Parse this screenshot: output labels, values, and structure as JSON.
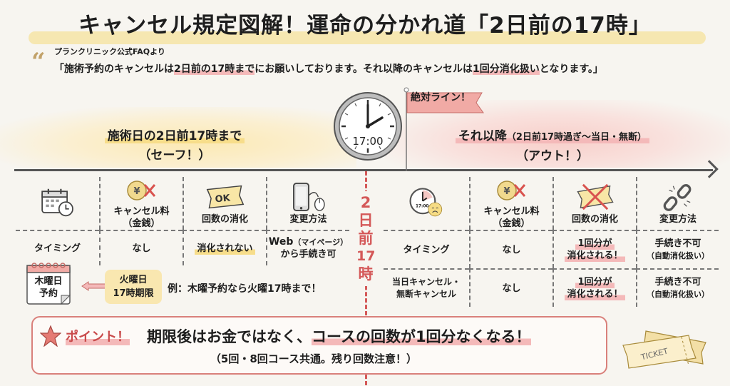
{
  "header": {
    "title": "キャンセル規定図解！運命の分かれ道「2日前の17時」",
    "source": "プランクリニック公式FAQより",
    "quote_open": "「施術予約のキャンセルは",
    "quote_mark1": "2日前の17時まで",
    "quote_mid": "にお願いしております。それ以降のキャンセルは",
    "quote_mark2": "1回分消化扱い",
    "quote_close": "となります。」"
  },
  "timeline": {
    "clock_label": "17:00",
    "flag_label": "絶対ライン！",
    "deadline_chars": [
      "2",
      "日",
      "前",
      "17",
      "時"
    ],
    "safe": {
      "line1": "施術日の2日前17時まで",
      "line2": "（セーフ！）"
    },
    "out": {
      "line1": "それ以降",
      "line1_note": "（2日前17時過ぎ〜当日・無断）",
      "line2": "（アウト！）"
    }
  },
  "safe_table": {
    "headers": [
      {
        "icon": "calendar-clock-icon",
        "label": ""
      },
      {
        "icon": "yen-coin-cross-icon",
        "label": "キャンセル料",
        "sub": "（金銭）"
      },
      {
        "icon": "ok-ticket-icon",
        "label": "回数の消化"
      },
      {
        "icon": "phone-mouse-icon",
        "label": "変更方法"
      }
    ],
    "row": [
      "タイミング",
      "なし",
      "消化されない",
      "Web",
      "（マイページ）",
      "から手続き可"
    ]
  },
  "out_table": {
    "headers": [
      {
        "icon": "clock-sad-face-icon",
        "label": ""
      },
      {
        "icon": "yen-coin-cross-icon",
        "label": "キャンセル料",
        "sub": "（金銭）"
      },
      {
        "icon": "ticket-crossed-icon",
        "label": "回数の消化"
      },
      {
        "icon": "broken-chain-icon",
        "label": "変更方法"
      }
    ],
    "rows": [
      {
        "label": "タイミング",
        "fee": "なし",
        "count1": "1回分が",
        "count2": "消化される！",
        "method": "手続き不可",
        "method_sub": "（自動消化扱い）"
      },
      {
        "label1": "当日キャンセル・",
        "label2": "無断キャンセル",
        "fee": "なし",
        "count1": "1回分が",
        "count2": "消化される！",
        "method": "手続き不可",
        "method_sub": "（自動消化扱い）"
      }
    ]
  },
  "example": {
    "calendar_line1": "木曜日",
    "calendar_line2": "予約",
    "deadline_line1": "火曜日",
    "deadline_line2": "17時期限",
    "text": "例：木曜予約なら火曜17時まで！"
  },
  "point": {
    "label": "ポイント！",
    "main_a": "期限後はお金ではなく、",
    "main_b": "コースの回数が1回分なくなる！",
    "sub": "（5回・8回コース共通。残り回数注意！）",
    "ticket_text": "TICKET"
  },
  "colors": {
    "safe_yellow": "#f7dd8a",
    "out_red": "#d45858",
    "highlight_pink": "#f4b9b9",
    "background": "#f7f5f0"
  }
}
